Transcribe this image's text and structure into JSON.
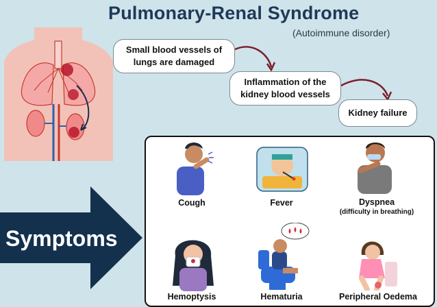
{
  "header": {
    "title": "Pulmonary-Renal Syndrome",
    "subtitle": "(Autoimmune disorder)"
  },
  "flow": {
    "steps": [
      "Small blood vessels of lungs are damaged",
      "Inflammation of the kidney blood vessels",
      "Kidney failure"
    ]
  },
  "symptoms_arrow": {
    "label": "Symptoms"
  },
  "symptoms": [
    {
      "name": "Cough",
      "detail": ""
    },
    {
      "name": "Fever",
      "detail": ""
    },
    {
      "name": "Dyspnea",
      "detail": "(difficulty in breathing)"
    },
    {
      "name": "Hemoptysis",
      "detail": ""
    },
    {
      "name": "Hematuria",
      "detail": ""
    },
    {
      "name": "Peripheral Oedema",
      "detail": ""
    }
  ],
  "colors": {
    "background": "#cfe3ea",
    "title": "#1d3a57",
    "arrow_navy": "#13304d",
    "connector": "#7a1f2b",
    "body_skin": "#f2c2b8",
    "lung_pink": "#f4a9a8",
    "damage_red": "#b8172b"
  }
}
